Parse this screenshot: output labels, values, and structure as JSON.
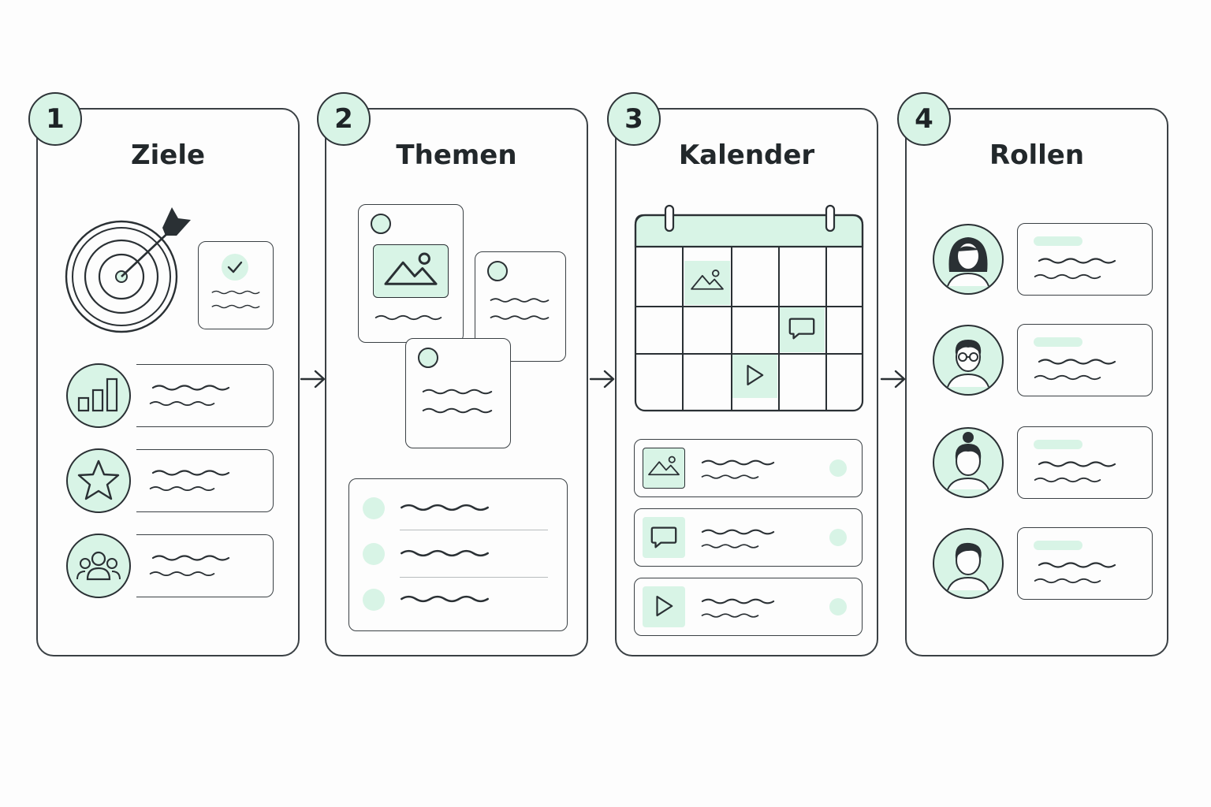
{
  "steps": [
    {
      "number": "1",
      "title": "Ziele"
    },
    {
      "number": "2",
      "title": "Themen"
    },
    {
      "number": "3",
      "title": "Kalender"
    },
    {
      "number": "4",
      "title": "Rollen"
    }
  ],
  "icons": {
    "panel1": [
      "target-icon",
      "checklist-card",
      "bar-chart-icon",
      "star-icon",
      "team-icon"
    ],
    "panel2": [
      "image-card",
      "text-card",
      "text-card",
      "list-card"
    ],
    "panel3": [
      "calendar-icon",
      "image-icon",
      "chat-icon",
      "play-icon"
    ],
    "panel4": [
      "person-woman-icon",
      "person-glasses-icon",
      "person-bun-icon",
      "person-man-icon"
    ]
  },
  "colors": {
    "accent": "#d8f4e6",
    "stroke": "#3a4044",
    "text": "#22282b",
    "background": "#fdfdfd"
  }
}
